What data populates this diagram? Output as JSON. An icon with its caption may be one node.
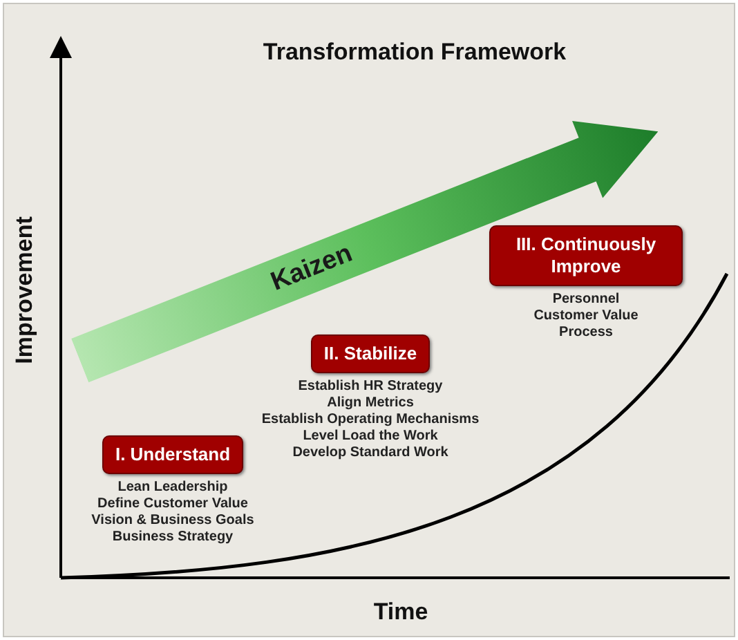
{
  "diagram": {
    "title": "Transformation Framework",
    "nodes": [
      {
        "text": [
          "I. Understand"
        ],
        "beside": [
          "Lean Leadership",
          "Define Customer Value",
          "Vision & Business Goals",
          "Business Strategy"
        ]
      },
      {
        "text": [
          "II. Stabilize"
        ],
        "beside": [
          "Establish HR Strategy",
          "Align Metrics",
          "Establish Operating Mechanisms",
          "Level Load the Work",
          "Develop Standard Work"
        ]
      },
      {
        "text": [
          "III. Continuously Improve"
        ],
        "beside": [
          "Personnel",
          "Customer Value",
          "Process"
        ]
      },
      {
        "text": [
          "Kaizen"
        ]
      }
    ],
    "edges": [],
    "labels": [
      "Improvement",
      "Time"
    ]
  }
}
